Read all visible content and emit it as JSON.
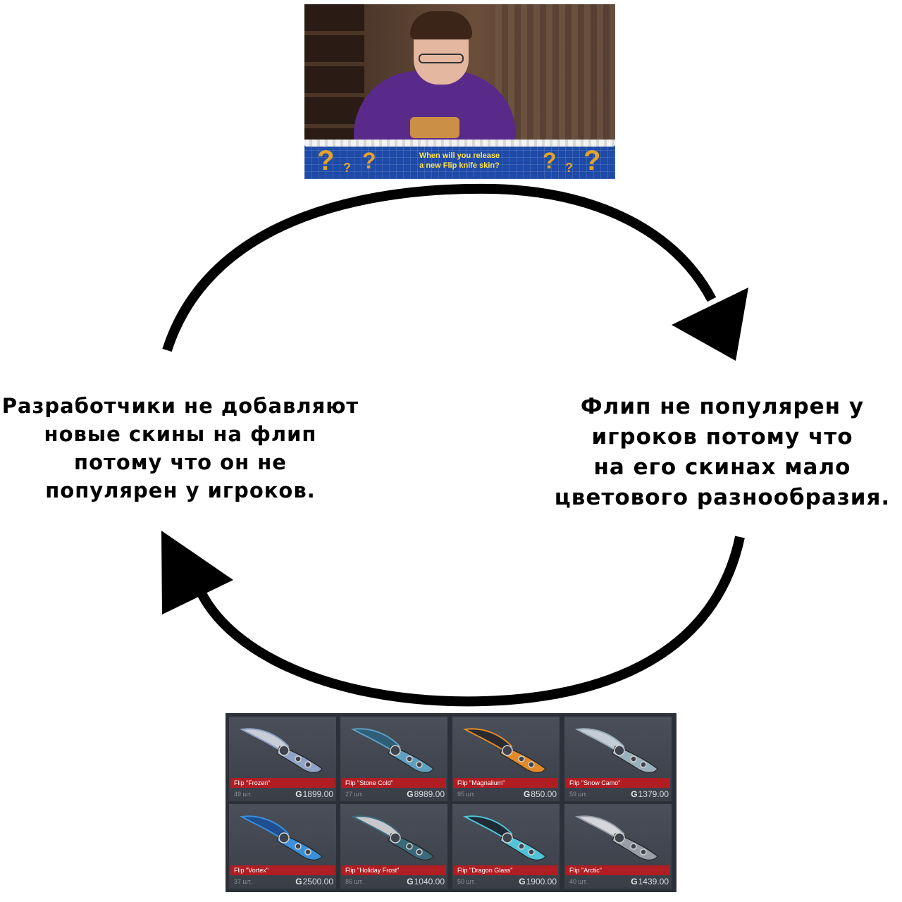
{
  "video": {
    "caption_line1": "When will you release",
    "caption_line2": "a new Flip knife skin?",
    "question_mark": "?"
  },
  "cycle": {
    "left_text": [
      "Разработчики не добавляют",
      "новые скины на флип",
      "потому что он не",
      "популярен у игроков."
    ],
    "right_text": [
      "Флип не популярен у",
      "игроков потому что",
      "на его скинах мало",
      "цветового разнообразия."
    ]
  },
  "market": {
    "currency_symbol": "G",
    "items": [
      {
        "name": "Flip \"Frozen\"",
        "qty": "49 шт.",
        "price": "1899.00",
        "blade": "#c9cdd8",
        "accent": "#8fa3c7"
      },
      {
        "name": "Flip \"Stone Cold\"",
        "qty": "27 шт.",
        "price": "8989.00",
        "blade": "#2f5e78",
        "accent": "#5fa0bf"
      },
      {
        "name": "Flip \"Magnalium\"",
        "qty": "95 шт.",
        "price": "850.00",
        "blade": "#2a2a30",
        "accent": "#e08a2a"
      },
      {
        "name": "Flip \"Snow Camo\"",
        "qty": "59 шт.",
        "price": "1379.00",
        "blade": "#c4ccd6",
        "accent": "#9ab0bc"
      },
      {
        "name": "Flip \"Vortex\"",
        "qty": "37 шт.",
        "price": "2500.00",
        "blade": "#1f4f8f",
        "accent": "#3a8fd8"
      },
      {
        "name": "Flip \"Holiday Frost\"",
        "qty": "86 шт.",
        "price": "1040.00",
        "blade": "#c8c8cc",
        "accent": "#3a6a7a"
      },
      {
        "name": "Flip \"Dragon Glass\"",
        "qty": "50 шт.",
        "price": "1900.00",
        "blade": "#1f2a34",
        "accent": "#4fc4d8"
      },
      {
        "name": "Flip \"Arctic\"",
        "qty": "40 шт.",
        "price": "1439.00",
        "blade": "#d4d6dc",
        "accent": "#9a9ea8"
      }
    ]
  }
}
